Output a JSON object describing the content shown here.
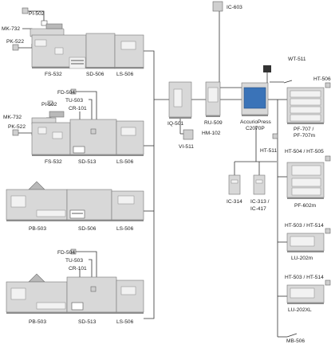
{
  "labels": {
    "ic603": "IC-603",
    "wt511": "WT-511",
    "accuriopress": "AccurioPress",
    "c2070p": "C2070P",
    "ht511": "HT-511",
    "ic314": "IC-314",
    "ic313": "IC-313 /",
    "ic417": "IC-417",
    "iq501": "IQ-501",
    "vi511": "VI-511",
    "ru509": "RU-509",
    "hm102": "HM-102",
    "ht506": "HT-506",
    "pf707": "PF-707 /",
    "pf707m": "PF-707m",
    "ht504_505": "HT-504 / HT-505",
    "pf602m": "PF-602m",
    "ht503_514_a": "HT-503 / HT-514",
    "lu202m": "LU-202m",
    "ht503_514_b": "HT-503 / HT-514",
    "lu202xl": "LU-202XL",
    "mb506": "MB-506",
    "r1_pi502": "PI-502",
    "r1_mk732": "MK-732",
    "r1_pk522": "PK-522",
    "r1_fs532": "FS-532",
    "r1_sd506": "SD-506",
    "r1_ls506": "LS-506",
    "r2_fd504": "FD-504",
    "r2_tu503": "TU-503",
    "r2_pi502": "PI-502",
    "r2_cr101": "CR-101",
    "r2_mk732": "MK-732",
    "r2_pk522": "PK-522",
    "r2_fs532": "FS-532",
    "r2_sd513": "SD-513",
    "r2_ls506": "LS-506",
    "r3_pb503": "PB-503",
    "r3_sd506": "SD-506",
    "r3_ls506": "LS-506",
    "r4_fd504": "FD-504",
    "r4_tu503": "TU-503",
    "r4_cr101": "CR-101",
    "r4_pb503": "PB-503",
    "r4_sd513": "SD-513",
    "r4_ls506": "LS-506"
  },
  "colors": {
    "accent_blue": "#3a73b8",
    "machine_grey": "#d8d8d8",
    "line": "#333333"
  }
}
